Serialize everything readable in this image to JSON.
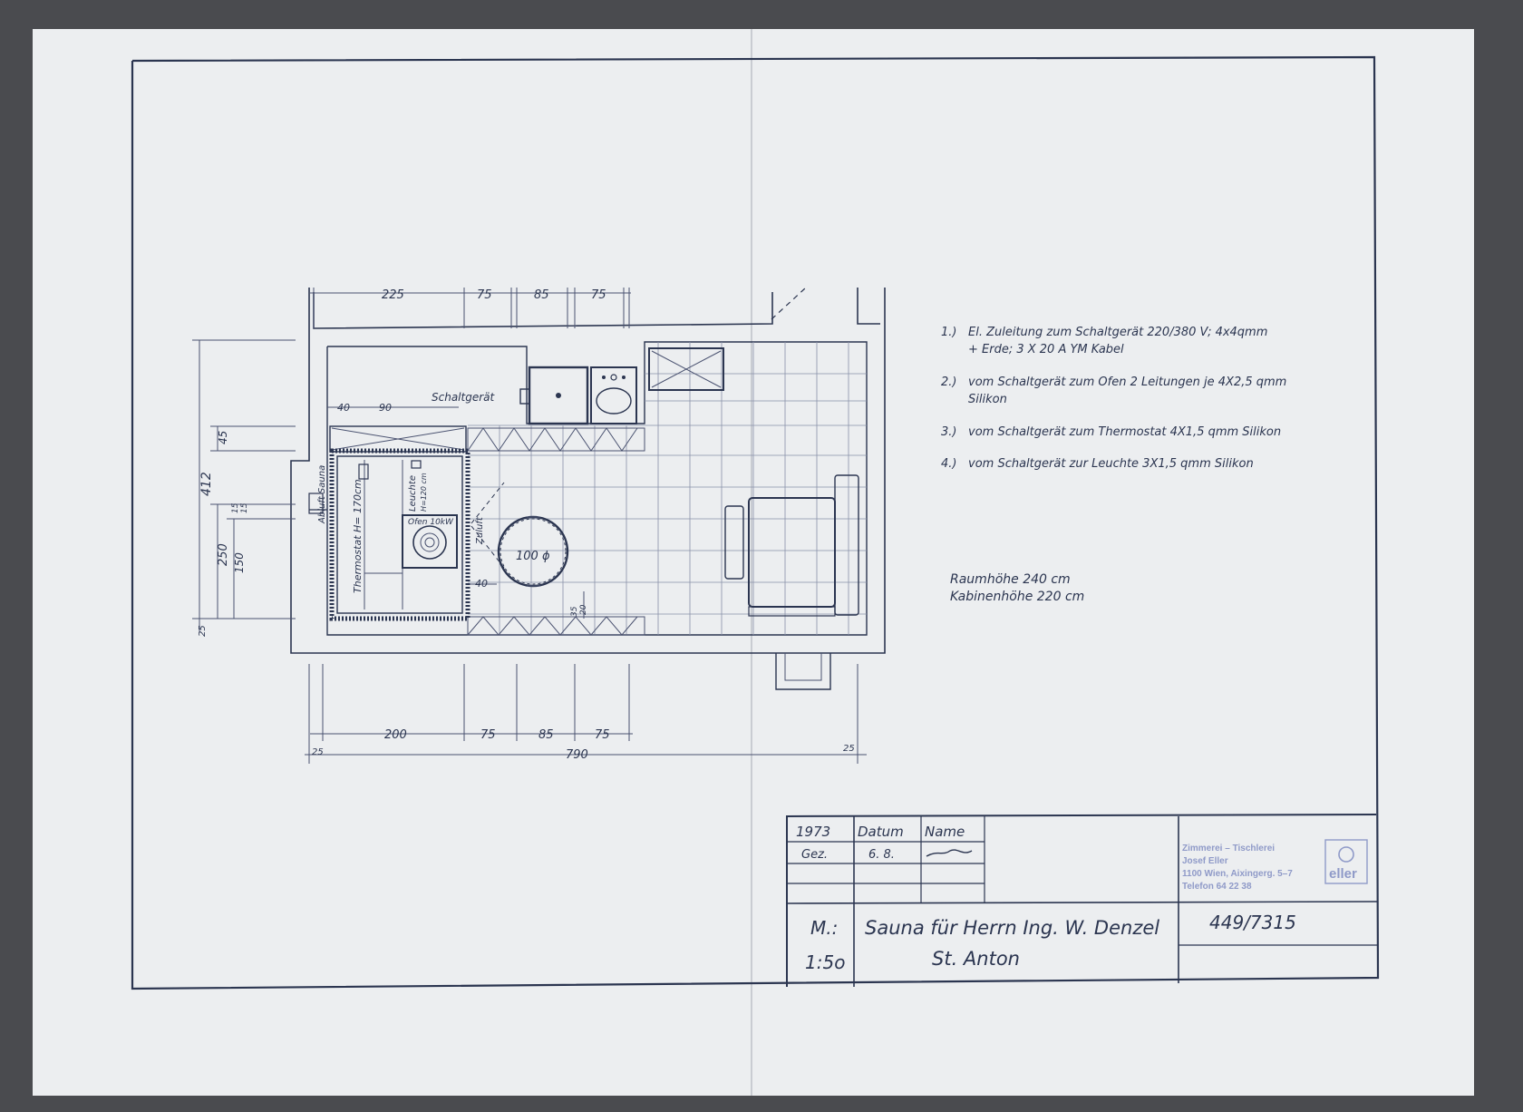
{
  "plan": {
    "dims_top": [
      "225",
      "75",
      "85",
      "75"
    ],
    "dims_bottom": [
      "200",
      "75",
      "85",
      "75"
    ],
    "dim_total": "790",
    "dim_left_edge": "25",
    "dim_right_edge": "25",
    "dims_left": [
      "412",
      "45",
      "250",
      "150",
      "15",
      "15",
      "25"
    ],
    "dims_inner": [
      "40",
      "90"
    ],
    "dim_bench_gap": "40",
    "dim_small": [
      "35",
      "20"
    ],
    "labels": {
      "schaltgeraet": "Schaltgerät",
      "abluft": "Abluft Sauna",
      "thermostat": "Thermostat H= 170cm",
      "leuchte_1": "Leuchte",
      "leuchte_2": "H=120 cm",
      "ofen": "Ofen 10kW",
      "zuluft": "Zuluft",
      "table": "100 ϕ"
    }
  },
  "notes": [
    {
      "n": "1.)",
      "lines": [
        "El. Zuleitung zum Schaltgerät 220/380 V; 4x4qmm",
        "+ Erde; 3 X 20 A   YM Kabel"
      ]
    },
    {
      "n": "2.)",
      "lines": [
        "vom Schaltgerät zum Ofen  2 Leitungen je 4X2,5 qmm",
        "Silikon"
      ]
    },
    {
      "n": "3.)",
      "lines": [
        "vom Schaltgerät  zum Thermostat  4X1,5 qmm Silikon"
      ]
    },
    {
      "n": "4.)",
      "lines": [
        "vom Schaltgerät zur Leuchte  3X1,5 qmm  Silikon"
      ]
    }
  ],
  "heights": [
    "Raumhöhe  240  cm",
    "Kabinenhöhe 220 cm"
  ],
  "title_block": {
    "year": "1973",
    "col_datum": "Datum",
    "col_name": "Name",
    "row_label": "Gez.",
    "date": "6. 8.",
    "scale_label": "M.:",
    "scale": "1:5o",
    "title_1": "Sauna für Herrn Ing. W. Denzel",
    "title_2": "St. Anton",
    "number": "449/7315",
    "stamp": [
      "Zimmerei – Tischlerei",
      "Josef Eller",
      "1100 Wien, Aixingerg. 5–7",
      "Telefon 64 22 38"
    ],
    "logo": "eller"
  }
}
